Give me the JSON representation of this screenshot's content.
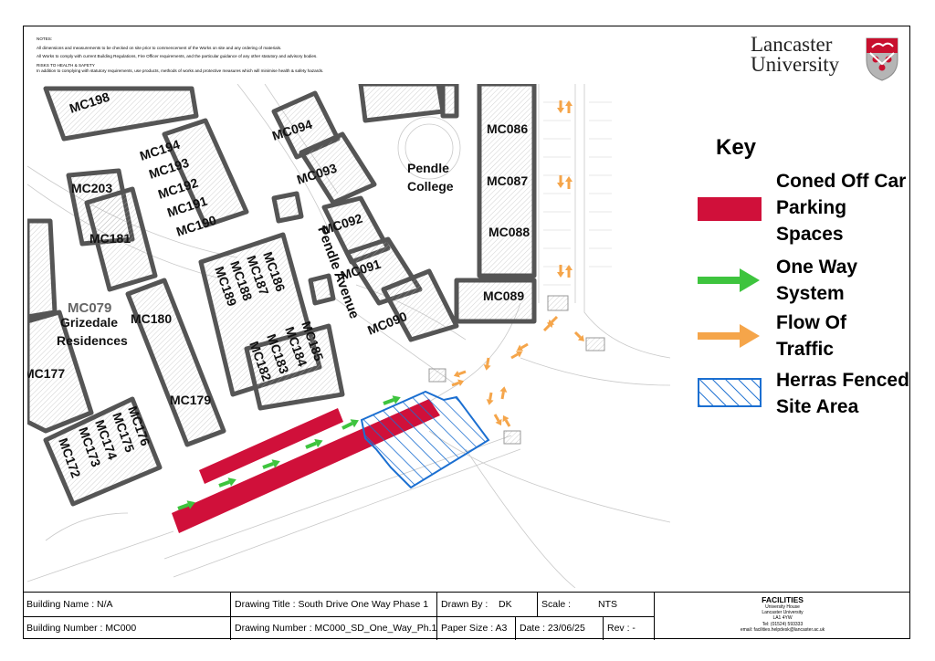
{
  "notes": {
    "heading": "NOTES:",
    "lines": [
      "All dimensions and measurements to be checked on site prior to commencement of the Works on site and any ordering of materials.",
      "All Works to comply with current Building Regulations, Fire Officer requirements, and the particular guidance of any other statutory and advisory bodies.",
      "RISKS TO HEALTH & SAFETY",
      "In addition to complying with statutory requirements, use products, methods of works and protective measures which will minimise health & safety hazards."
    ]
  },
  "logo": {
    "line1": "Lancaster",
    "line2": "University"
  },
  "map": {
    "labels": {
      "mc198": "MC198",
      "mc194": "MC194",
      "mc193": "MC193",
      "mc192": "MC192",
      "mc191": "MC191",
      "mc190": "MC190",
      "mc203": "MC203",
      "mc181": "MC181",
      "mc094": "MC094",
      "mc093": "MC093",
      "mc092": "MC092",
      "mc091": "MC091",
      "mc090": "MC090",
      "mc186": "MC186",
      "mc187": "MC187",
      "mc188": "MC188",
      "mc189": "MC189",
      "mc185": "MC185",
      "mc184": "MC184",
      "mc183": "MC183",
      "mc182": "MC182",
      "mc180": "MC180",
      "mc179": "MC179",
      "mc177": "MC177",
      "mc176": "MC176",
      "mc175": "MC175",
      "mc174": "MC174",
      "mc173": "MC173",
      "mc172": "MC172",
      "mc086": "MC086",
      "mc087": "MC087",
      "mc088": "MC088",
      "mc089": "MC089",
      "mc079": "MC079",
      "grizedale1": "Grizedale",
      "grizedale2": "Residences",
      "pendle1": "Pendle",
      "pendle2": "College",
      "avenue": "Pendle Avenue"
    },
    "colors": {
      "coned": "#d0103a",
      "arrow_green": "#3ec43e",
      "arrow_orange": "#f5a54a",
      "herras": "#1b6fd1"
    }
  },
  "key": {
    "title": "Key",
    "items": [
      {
        "lines": [
          "Coned Off Car",
          "Parking",
          "Spaces"
        ]
      },
      {
        "lines": [
          "One Way",
          "System"
        ]
      },
      {
        "lines": [
          "Flow Of",
          "Traffic"
        ]
      },
      {
        "lines": [
          "Herras Fenced",
          "Site Area"
        ]
      }
    ]
  },
  "titleblock": {
    "building_name": "Building Name :  N/A",
    "building_number": "Building Number :  MC000",
    "drawing_title": "Drawing Title :  South Drive One Way Phase 1",
    "drawing_number": "Drawing Number :  MC000_SD_One_Way_Ph.1",
    "drawn_by_label": "Drawn By :",
    "drawn_by": "DK",
    "scale_label": "Scale :",
    "scale": "NTS",
    "paper_size": "Paper Size :  A3",
    "date": "Date :  23/06/25",
    "rev": "Rev :   -",
    "facilities": {
      "title": "FACILITIES",
      "lines": [
        "University House",
        "Lancaster University",
        "LA1 4YW",
        "Tel: (01524) 593333",
        "email: facilities.helpdesk@lancaster.ac.uk"
      ]
    }
  }
}
